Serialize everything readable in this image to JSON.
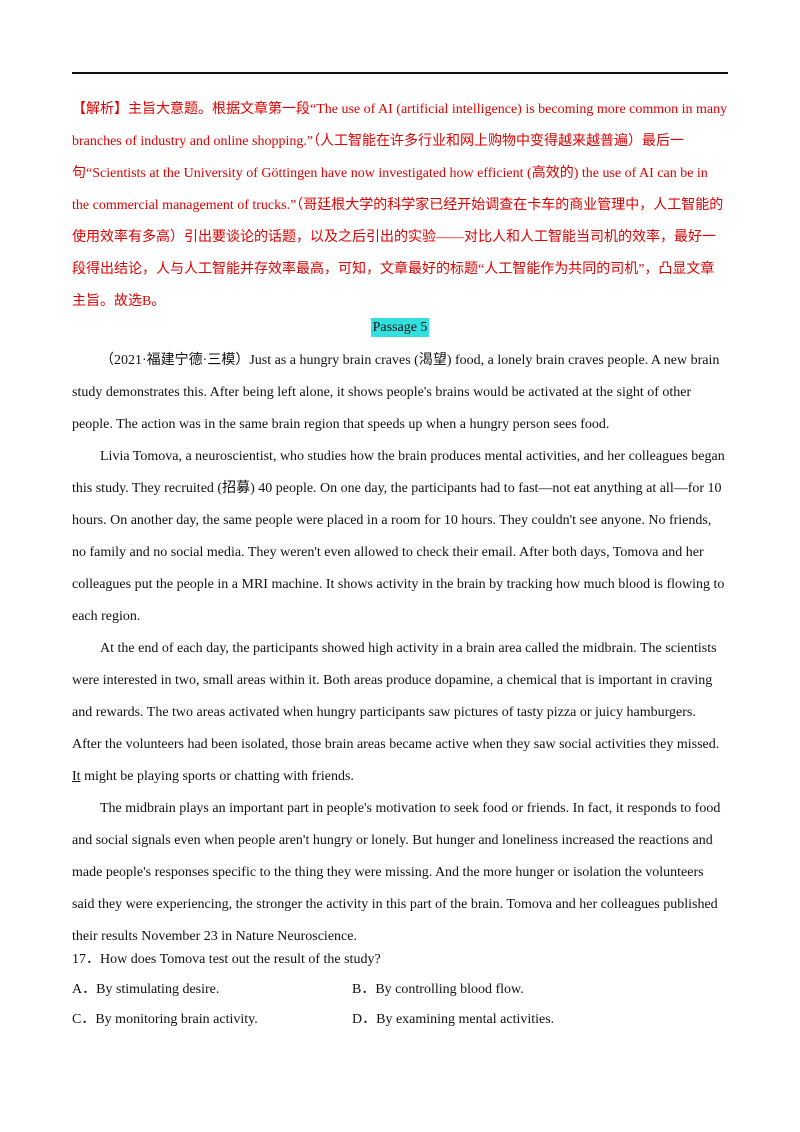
{
  "analysis": {
    "tag": "【解析】",
    "text": "主旨大意题。根据文章第一段“The use of AI (artificial intelligence) is becoming more common in many branches of industry and online shopping.”（人工智能在许多行业和网上购物中变得越来越普遍）最后一句“Scientists at the University of Göttingen have now investigated how efficient (高效的) the use of AI can be in the commercial management of trucks.”（哥廷根大学的科学家已经开始调查在卡车的商业管理中，人工智能的使用效率有多高）引出要谈论的话题，以及之后引出的实验——对比人和人工智能当司机的效率，最好一段得出结论，人与人工智能并存效率最高，可知，文章最好的标题“人工智能作为共同的司机”，凸显文章主旨。故选B。"
  },
  "passage": {
    "title": "Passage  5",
    "paragraphs": [
      "（2021·福建宁德·三模）Just as a hungry brain craves (渴望) food, a lonely brain craves people. A new brain study demonstrates this. After being left alone, it shows people's brains would be activated at the sight of other people. The action was in the same brain region that speeds up when a hungry person sees food.",
      "Livia Tomova, a neuroscientist, who studies how the brain produces mental activities, and her colleagues began this study. They recruited (招募) 40 people. On one day, the participants had to fast—not eat anything at all—for 10 hours. On another day, the same people were placed in a room for 10 hours. They couldn't see anyone. No friends, no family and no social media. They weren't even allowed to check their email. After both days, Tomova and her colleagues put the people in a MRI machine. It shows activity in the brain by tracking how much blood is flowing to each region.",
      "At the end of each day, the participants showed high activity in a brain area called the midbrain. The scientists were interested in two, small areas within it. Both areas produce dopamine, a chemical that is important in craving and rewards. The two areas activated when hungry participants saw pictures of tasty pizza or juicy hamburgers. After the volunteers had been isolated, those brain areas became active when they saw social activities they missed.",
      "The midbrain plays an important part in people's motivation to seek food or friends. In fact, it responds to food and social signals even when people aren't hungry or lonely. But hunger and loneliness increased the reactions and made people's responses specific to the thing they were missing. And the more hunger or isolation the volunteers said they were experiencing, the stronger the activity in this part of the brain. Tomova and her colleagues published their results November 23 in Nature Neuroscience."
    ],
    "p3_tail_underlined": "It",
    "p3_tail_rest": "  might be playing sports or chatting with friends."
  },
  "question": {
    "stem": "17．How does Tomova test out the result of the study?",
    "options": {
      "a": "A．By stimulating desire.",
      "b": "B．By controlling blood flow.",
      "c": "C．By monitoring brain activity.",
      "d": "D．By examining mental activities."
    }
  }
}
